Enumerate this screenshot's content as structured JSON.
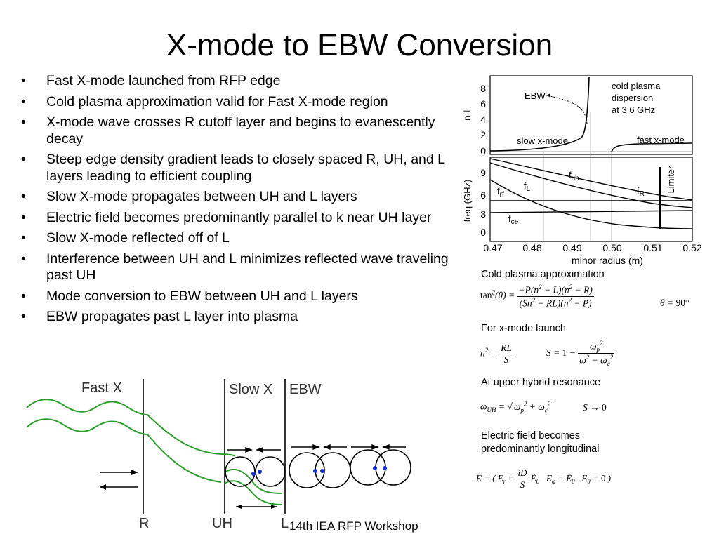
{
  "title": "X-mode to EBW Conversion",
  "bullets": [
    "Fast X-mode launched from RFP edge",
    "Cold plasma approximation valid for Fast X-mode region",
    "X-mode wave crosses R cutoff layer and begins to evanescently decay",
    "Steep edge density gradient leads to closely spaced R, UH, and L layers leading to efficient coupling",
    "Slow X-mode propagates between UH and L layers",
    "Electric field becomes predominantly parallel to k near UH layer",
    "Slow X-mode reflected off of L",
    "Interference between UH and L minimizes reflected wave traveling past UH",
    "Mode conversion to EBW between UH and L layers",
    "EBW propagates past L layer into plasma"
  ],
  "bullet_glyph": "•",
  "figure": {
    "top_panel": {
      "ylabel": "n⊥",
      "yticks": [
        "8",
        "6",
        "4",
        "2",
        "0"
      ],
      "labels": {
        "ebw": "EBW",
        "cold1": "cold plasma",
        "cold2": "dispersion",
        "cold3": "at 3.6 GHz",
        "slow": "slow x-mode",
        "fast": "fast x-mode"
      }
    },
    "bottom_panel": {
      "ylabel": "freq (GHz)",
      "yticks": [
        "9",
        "6",
        "3",
        "0"
      ],
      "xticks": [
        "0.47",
        "0.48",
        "0.49",
        "0.50",
        "0.51",
        "0.52"
      ],
      "xlabel": "minor radius (m)",
      "limiter": "Limiter",
      "curves": {
        "f_rf": "f",
        "f_rf_sub": "rf",
        "f_L": "f",
        "f_L_sub": "L",
        "f_uh": "f",
        "f_uh_sub": "uh",
        "f_R": "f",
        "f_R_sub": "R",
        "f_ce": "f",
        "f_ce_sub": "ce"
      }
    }
  },
  "side_text": {
    "cold_plasma": "Cold plasma approximation",
    "xmode_launch": "For x-mode launch",
    "upper_hybrid": "At upper hybrid resonance",
    "efield_1": "Electric field becomes",
    "efield_2": "predominantly longitudinal"
  },
  "diagram": {
    "fast_x": "Fast X",
    "slow_x": "Slow X",
    "ebw": "EBW",
    "r": "R",
    "uh": "UH",
    "l": "L"
  },
  "footer": "14th IEA RFP Workshop",
  "colors": {
    "wave": "#2e9e2e",
    "dot": "#1530d0",
    "ink": "#000000"
  }
}
